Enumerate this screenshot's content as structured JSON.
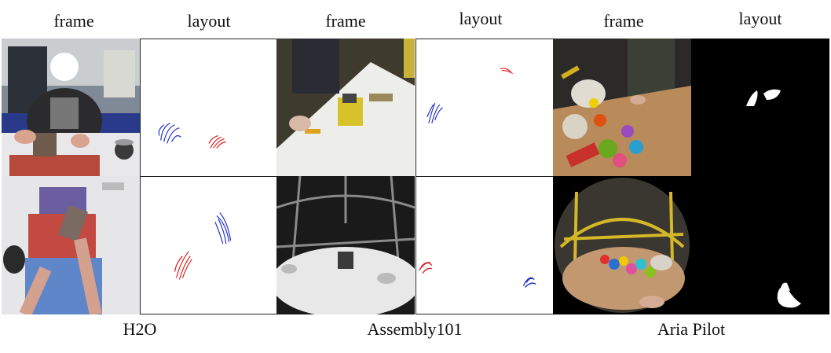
{
  "figure": {
    "columns": [
      {
        "header": "frame"
      },
      {
        "header": "layout"
      },
      {
        "header": "frame"
      },
      {
        "header": "layout"
      },
      {
        "header": "frame"
      },
      {
        "header": "layout"
      }
    ],
    "groups": [
      {
        "label": "H2O"
      },
      {
        "label": "Assembly101"
      },
      {
        "label": "Aria Pilot"
      }
    ]
  }
}
